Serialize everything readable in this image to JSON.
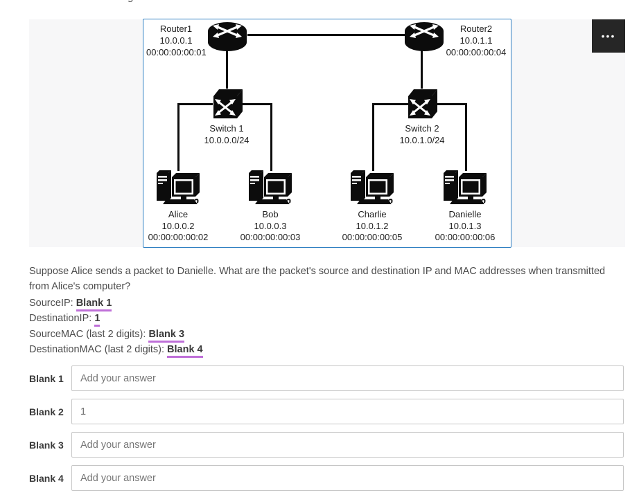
{
  "window": {
    "cutoff_text_fragment": "g",
    "menu_icon_glyph": "•••"
  },
  "diagram": {
    "routers": [
      {
        "name": "Router1",
        "ip": "10.0.0.1",
        "mac": "00:00:00:00:01"
      },
      {
        "name": "Router2",
        "ip": "10.0.1.1",
        "mac": "00:00:00:00:04"
      }
    ],
    "switches": [
      {
        "name": "Switch 1",
        "subnet": "10.0.0.0/24"
      },
      {
        "name": "Switch 2",
        "subnet": "10.0.1.0/24"
      }
    ],
    "hosts": [
      {
        "name": "Alice",
        "ip": "10.0.0.2",
        "mac": "00:00:00:00:02"
      },
      {
        "name": "Bob",
        "ip": "10.0.0.3",
        "mac": "00:00:00:00:03"
      },
      {
        "name": "Charlie",
        "ip": "10.0.1.2",
        "mac": "00:00:00:00:05"
      },
      {
        "name": "Danielle",
        "ip": "10.0.1.3",
        "mac": "00:00:00:00:06"
      }
    ]
  },
  "question": {
    "prompt": "Suppose Alice sends a packet to Danielle. What are the packet's source and destination IP and MAC addresses when transmitted from Alice's computer?",
    "fields": [
      {
        "label": "SourceIP: ",
        "blank": "Blank 1"
      },
      {
        "label": "DestinationIP: ",
        "blank": "1"
      },
      {
        "label": "SourceMAC (last 2 digits): ",
        "blank": "Blank 3"
      },
      {
        "label": "DestinationMAC (last 2 digits): ",
        "blank": "Blank 4"
      }
    ]
  },
  "answers": {
    "rows": [
      {
        "label": "Blank 1",
        "value": "",
        "placeholder": "Add your answer"
      },
      {
        "label": "Blank 2",
        "value": "1",
        "placeholder": "Add your answer"
      },
      {
        "label": "Blank 3",
        "value": "",
        "placeholder": "Add your answer"
      },
      {
        "label": "Blank 4",
        "value": "",
        "placeholder": "Add your answer"
      }
    ]
  },
  "colors": {
    "diagram_border": "#2e7fc2",
    "blank_underline": "#bf6fd8",
    "panel_bg": "#f7f7f8",
    "menu_bg": "#262626",
    "body_text": "#4b4b4b"
  }
}
